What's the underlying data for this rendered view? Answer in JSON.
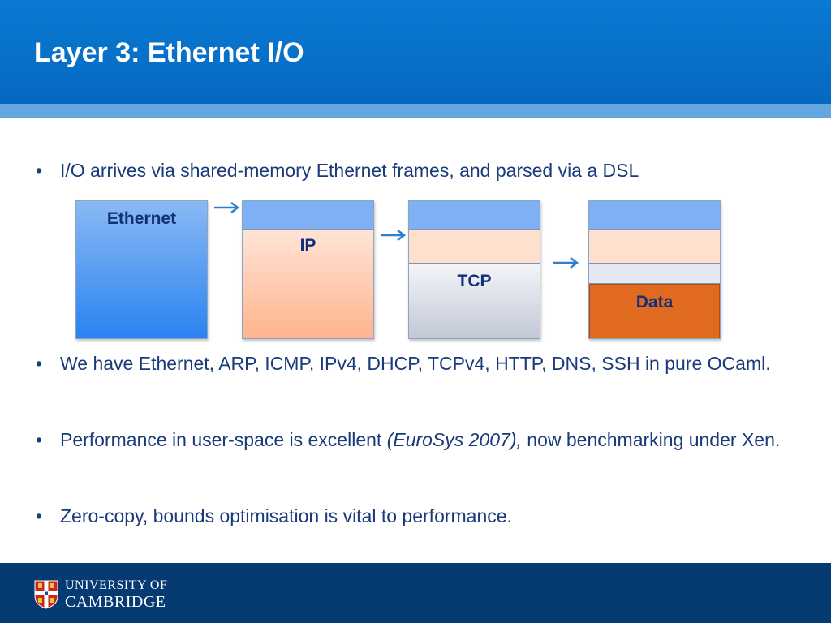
{
  "slide": {
    "title": "Layer 3: Ethernet I/O"
  },
  "bullets": [
    {
      "text": "I/O arrives via shared-memory Ethernet frames, and parsed via a DSL"
    },
    {
      "text": "We have Ethernet, ARP, ICMP, IPv4, DHCP, TCPv4, HTTP, DNS, SSH in pure OCaml."
    },
    {
      "prefix": "Performance in user-space is excellent ",
      "italic": "(EuroSys 2007),",
      "suffix": " now benchmarking under Xen."
    },
    {
      "text": "Zero-copy, bounds optimisation is vital to performance."
    }
  ],
  "bullet_glyph": "•",
  "diagram": {
    "ethernet_label": "Ethernet",
    "ip_label": "IP",
    "tcp_label": "TCP",
    "data_label": "Data"
  },
  "footer": {
    "university_line1": "UNIVERSITY OF",
    "university_line2": "CAMBRIDGE"
  },
  "colors": {
    "header_blue": "#0a7ad3",
    "stripe_blue": "#64a7e0",
    "footer_navy": "#053a72",
    "text_navy": "#1a3a7a",
    "data_orange": "#e06a1f",
    "arrow_blue": "#2f7fd0"
  }
}
